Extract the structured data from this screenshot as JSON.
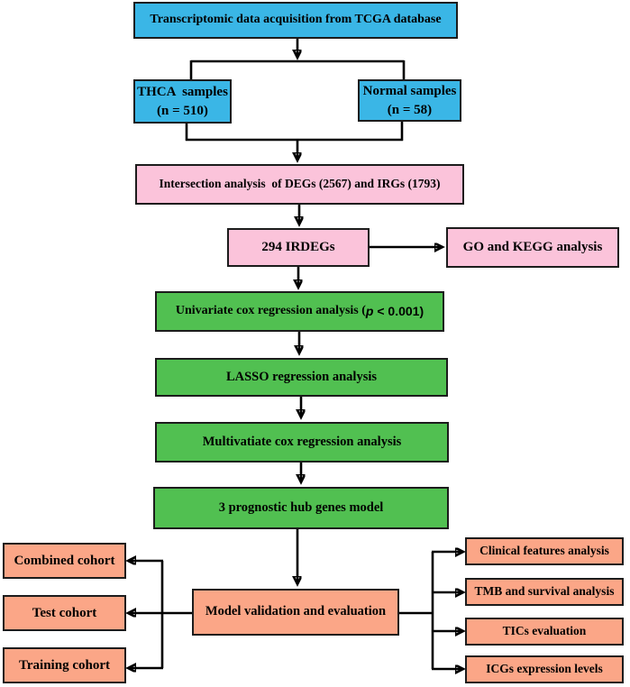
{
  "flowchart": {
    "title_hint": "THCA immune-related prognostic model workflow",
    "colors": {
      "blue": "#3ab6e6",
      "pink": "#fbc3da",
      "green": "#51c051",
      "salmon": "#fba687",
      "border": "#1c1c1c",
      "line": "#000000"
    },
    "nodes": {
      "tcga": {
        "label": "Transcriptomic data acquisition from TCGA database"
      },
      "thca": {
        "line1": "THCA  samples",
        "line2": "(n = 510)"
      },
      "normal": {
        "line1": "Normal samples",
        "line2": "(n = 58)"
      },
      "intersection": {
        "label": "Intersection analysis  of DEGs (2567) and IRGs (1793)"
      },
      "irdegs": {
        "label": "294 IRDEGs"
      },
      "go_kegg": {
        "label": "GO and KEGG analysis"
      },
      "univariate": {
        "label_prefix": "Univariate cox regression analysis (",
        "p_symbol": "p",
        "label_suffix": " < 0.001)"
      },
      "lasso": {
        "label": "LASSO regression analysis"
      },
      "multivariate": {
        "label": "Multivatiate cox regression analysis"
      },
      "hub_genes": {
        "label": "3 prognostic hub genes model"
      },
      "model_validation": {
        "label": "Model validation and evaluation"
      },
      "combined_cohort": {
        "label": "Combined cohort"
      },
      "test_cohort": {
        "label": "Test cohort"
      },
      "training_cohort": {
        "label": "Training cohort"
      },
      "clinical": {
        "label": "Clinical features analysis"
      },
      "tmb": {
        "label": "TMB and survival analysis"
      },
      "tics": {
        "label": "TICs evaluation"
      },
      "icgs": {
        "label": "ICGs expression levels"
      }
    }
  }
}
